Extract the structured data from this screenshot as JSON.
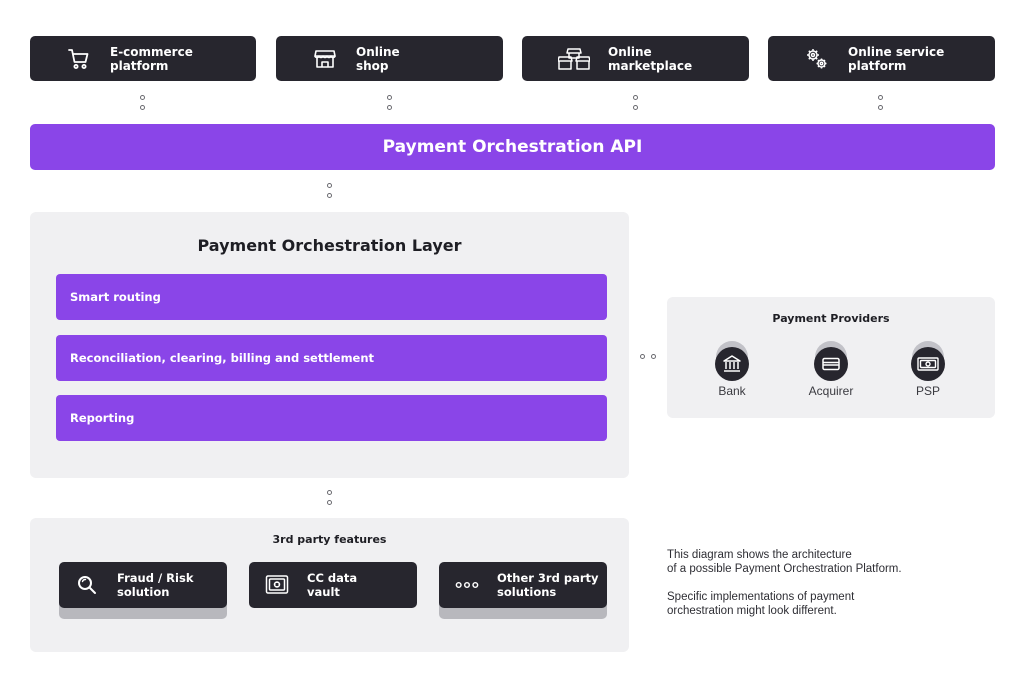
{
  "channels": [
    {
      "label": "E-commerce\nplatform",
      "icon": "cart-icon"
    },
    {
      "label": "Online\nshop",
      "icon": "storefront-icon"
    },
    {
      "label": "Online\nmarketplace",
      "icon": "marketplace-icon"
    },
    {
      "label": "Online service\nplatform",
      "icon": "gears-icon"
    }
  ],
  "api": {
    "label": "Payment Orchestration API"
  },
  "layer": {
    "title": "Payment Orchestration Layer",
    "functions": [
      {
        "label": "Smart routing"
      },
      {
        "label": "Reconciliation, clearing, billing and settlement"
      },
      {
        "label": "Reporting"
      }
    ]
  },
  "providers": {
    "title": "Payment Providers",
    "items": [
      {
        "label": "Bank",
        "icon": "bank-icon"
      },
      {
        "label": "Acquirer",
        "icon": "card-icon"
      },
      {
        "label": "PSP",
        "icon": "banknote-icon"
      }
    ]
  },
  "third_party": {
    "title": "3rd party features",
    "items": [
      {
        "label": "Fraud / Risk\nsolution",
        "icon": "magnifier-icon"
      },
      {
        "label": "CC data\nvault",
        "icon": "safe-icon"
      },
      {
        "label": "Other 3rd party\nsolutions",
        "icon": "ellipsis-icon"
      }
    ]
  },
  "notes": {
    "line1": "This diagram shows the architecture\nof a possible Payment Orchestration Platform.",
    "line2": "Specific implementations of payment\norchestration might look different."
  },
  "colors": {
    "accent": "#8a45e8",
    "dark": "#27262e",
    "panel": "#f0f0f2"
  }
}
